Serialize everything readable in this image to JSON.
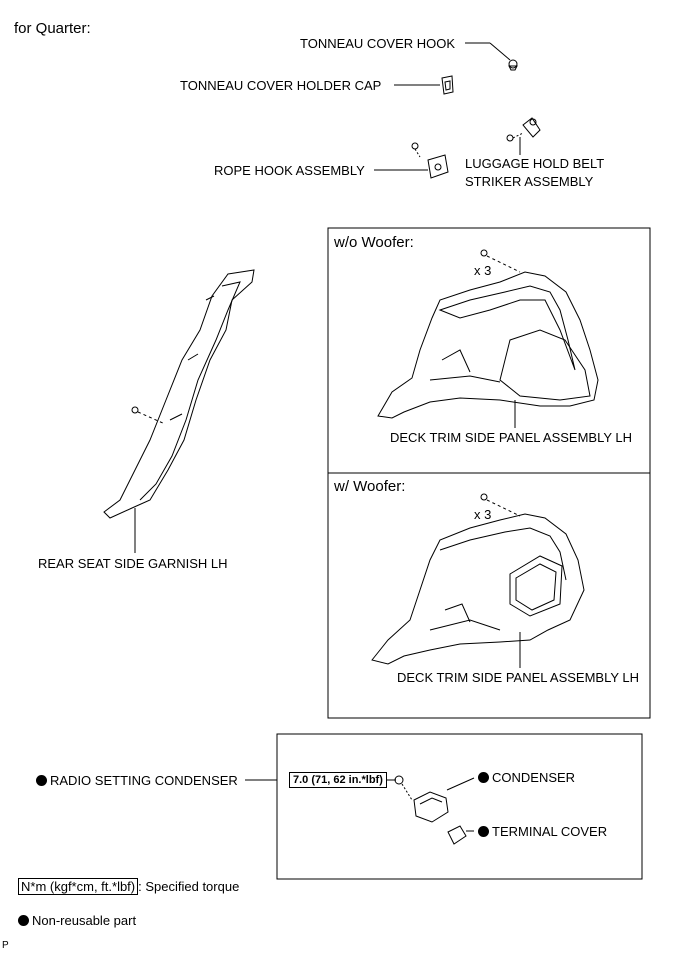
{
  "title": "for Quarter:",
  "labels": {
    "tonneau_cover_hook": "TONNEAU COVER HOOK",
    "tonneau_cover_holder_cap": "TONNEAU COVER HOLDER CAP",
    "rope_hook_assembly": "ROPE HOOK ASSEMBLY",
    "luggage_hold_belt_line1": "LUGGAGE HOLD BELT",
    "luggage_hold_belt_line2": "STRIKER ASSEMBLY",
    "rear_seat_side_garnish": "REAR SEAT SIDE GARNISH LH",
    "deck_trim_panel_wo": "DECK TRIM SIDE PANEL ASSEMBLY LH",
    "deck_trim_panel_w": "DECK TRIM SIDE PANEL ASSEMBLY LH",
    "radio_setting_condenser": "RADIO SETTING CONDENSER",
    "condenser": "CONDENSER",
    "terminal_cover": "TERMINAL COVER"
  },
  "panels": {
    "without_woofer": {
      "heading": "w/o Woofer:",
      "qty": "x 3"
    },
    "with_woofer": {
      "heading": "w/ Woofer:",
      "qty": "x 3"
    }
  },
  "torque": {
    "value": "7.0 (71, 62 in.*lbf)"
  },
  "legend": {
    "torque_unit": "N*m (kgf*cm, ft.*lbf)",
    "torque_desc": ": Specified torque",
    "non_reusable": "Non-reusable part"
  },
  "corner_mark": "P"
}
